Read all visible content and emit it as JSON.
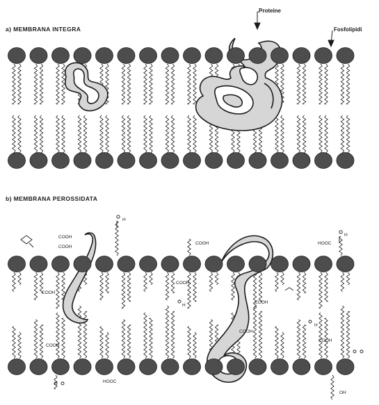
{
  "panel_a": {
    "title": "a)  MEMBRANA INTEGRA"
  },
  "panel_b": {
    "title": "b)  MEMBRANA PEROSSIDATA"
  },
  "labels": {
    "proteins": "Proteine",
    "phospholipids": "Fosfolipidi"
  },
  "oxidized_groups": {
    "cooh": "COOH",
    "hooc": "HOOC",
    "h": "H",
    "oh": "OH"
  },
  "colors": {
    "head": "#4d4d4d",
    "protein_fill": "#d6d6d6",
    "ink": "#1a1a1a"
  }
}
